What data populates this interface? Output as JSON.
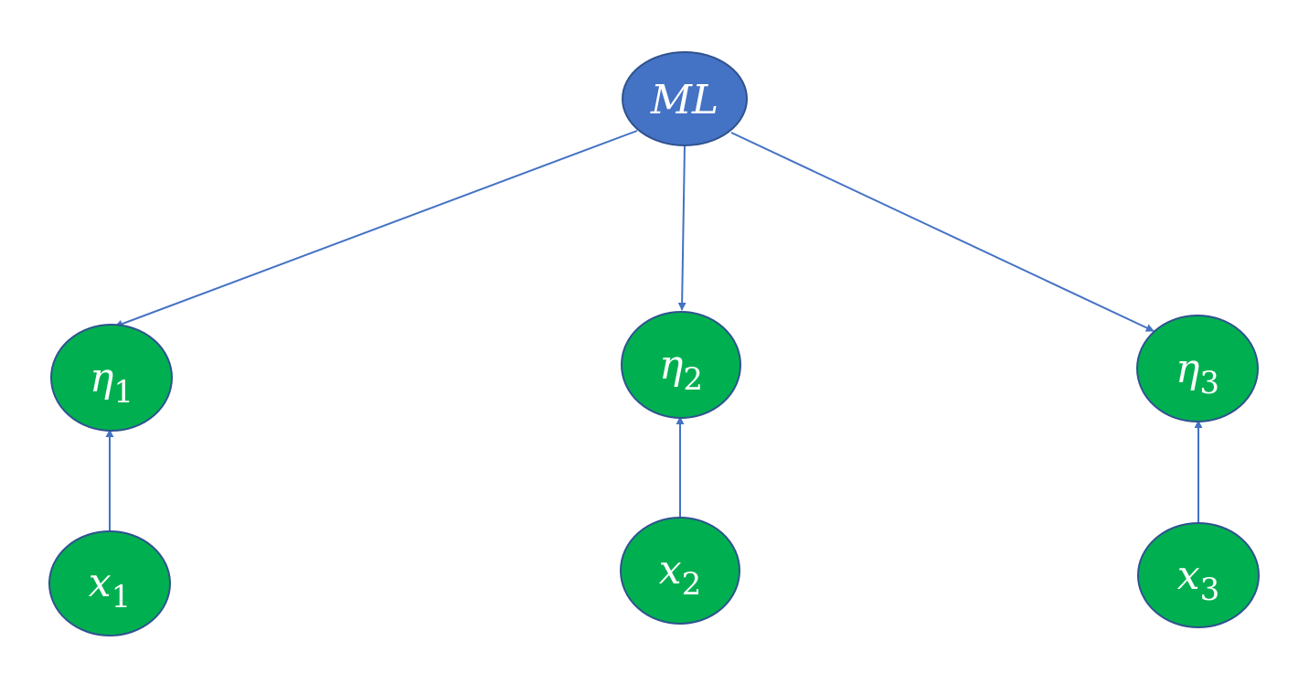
{
  "colors": {
    "root_fill": "#4472c4",
    "child_fill": "#00b050",
    "edge": "#4472c4",
    "outline": "#2f528f",
    "label_text": "#ffffff"
  },
  "nodes": {
    "ml": {
      "label": "ML"
    },
    "eta1": {
      "base": "η",
      "sub": "1"
    },
    "eta2": {
      "base": "η",
      "sub": "2"
    },
    "eta3": {
      "base": "η",
      "sub": "3"
    },
    "x1": {
      "base": "x",
      "sub": "1"
    },
    "x2": {
      "base": "x",
      "sub": "2"
    },
    "x3": {
      "base": "x",
      "sub": "3"
    }
  },
  "edges": [
    {
      "from": "ML",
      "to": "η1"
    },
    {
      "from": "ML",
      "to": "η2"
    },
    {
      "from": "ML",
      "to": "η3"
    },
    {
      "from": "x1",
      "to": "η1"
    },
    {
      "from": "x2",
      "to": "η2"
    },
    {
      "from": "x3",
      "to": "η3"
    }
  ]
}
